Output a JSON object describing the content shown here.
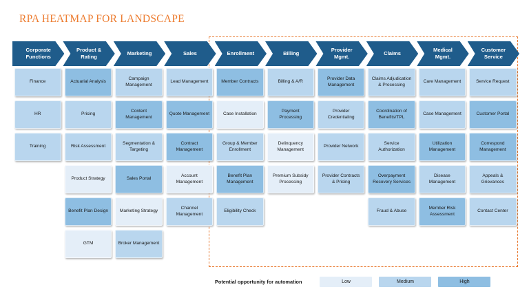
{
  "title": "RPA HEATMAP FOR LANDSCAPE",
  "colors": {
    "title": "#ED7D31",
    "header_chevron": "#1F5C8B",
    "focus_box_dashed": "#E8782E",
    "low": "#E4EEF8",
    "medium": "#B9D6EE",
    "high": "#8EBEE2"
  },
  "focus_box": {
    "label": "automation-focus-region",
    "covers_columns": [
      "Enrollment",
      "Billing",
      "Provider Mgmt.",
      "Claims",
      "Medical Mgmt.",
      "Customer Service"
    ]
  },
  "legend": {
    "label": "Potential opportunity for automation",
    "items": [
      {
        "label": "Low",
        "level": "low"
      },
      {
        "label": "Medium",
        "level": "medium"
      },
      {
        "label": "High",
        "level": "high"
      }
    ]
  },
  "chart_data": {
    "type": "heatmap",
    "title": "RPA HEATMAP FOR LANDSCAPE",
    "xlabel": "",
    "ylabel": "",
    "value_scale": [
      "Low",
      "Medium",
      "High"
    ],
    "legend_title": "Potential opportunity for automation",
    "legend_position": "bottom",
    "grid": false,
    "categories": [
      "Corporate Functions",
      "Product & Rating",
      "Marketing",
      "Sales",
      "Enrollment",
      "Billing",
      "Provider Mgmt.",
      "Claims",
      "Medical Mgmt.",
      "Customer Service"
    ],
    "columns": [
      {
        "header": "Corporate\nFunctions",
        "header_line1": "Corporate",
        "header_line2": "Functions",
        "cells": [
          {
            "label": "Finance",
            "level": "medium"
          },
          {
            "label": "HR",
            "level": "medium"
          },
          {
            "label": "Training",
            "level": "medium"
          }
        ]
      },
      {
        "header": "Product &\nRating",
        "header_line1": "Product &",
        "header_line2": "Rating",
        "cells": [
          {
            "label": "Actuarial Analysis",
            "level": "high"
          },
          {
            "label": "Pricing",
            "level": "medium"
          },
          {
            "label": "Risk Assessment",
            "level": "medium"
          },
          {
            "label": "Product Strategy",
            "level": "low"
          },
          {
            "label": "Benefit Plan Design",
            "level": "high"
          },
          {
            "label": "GTM",
            "level": "low"
          }
        ]
      },
      {
        "header": "Marketing",
        "header_line1": "Marketing",
        "header_line2": "",
        "cells": [
          {
            "label": "Campaign Management",
            "level": "medium"
          },
          {
            "label": "Content Management",
            "level": "high"
          },
          {
            "label": "Segmentation & Targeting",
            "level": "medium"
          },
          {
            "label": "Sales Portal",
            "level": "high"
          },
          {
            "label": "Marketing Strategy",
            "level": "low"
          },
          {
            "label": "Broker Management",
            "level": "medium"
          }
        ]
      },
      {
        "header": "Sales",
        "header_line1": "Sales",
        "header_line2": "",
        "cells": [
          {
            "label": "Lead Management",
            "level": "medium"
          },
          {
            "label": "Quote Management",
            "level": "high"
          },
          {
            "label": "Contract Management",
            "level": "high"
          },
          {
            "label": "Account Management",
            "level": "low"
          },
          {
            "label": "Channel Management",
            "level": "medium"
          }
        ]
      },
      {
        "header": "Enrollment",
        "header_line1": "Enrollment",
        "header_line2": "",
        "cells": [
          {
            "label": "Member Contracts",
            "level": "high"
          },
          {
            "label": "Case Installation",
            "level": "low"
          },
          {
            "label": "Group & Member Enrollment",
            "level": "medium"
          },
          {
            "label": "Benefit Plan Management",
            "level": "high"
          },
          {
            "label": "Eligibility Check",
            "level": "medium"
          }
        ]
      },
      {
        "header": "Billing",
        "header_line1": "Billing",
        "header_line2": "",
        "cells": [
          {
            "label": "Billing & A/R",
            "level": "medium"
          },
          {
            "label": "Payment Processing",
            "level": "high"
          },
          {
            "label": "Delinquency Management",
            "level": "low"
          },
          {
            "label": "Premium Subsidy Processing",
            "level": "low"
          }
        ]
      },
      {
        "header": "Provider\nMgmt.",
        "header_line1": "Provider",
        "header_line2": "Mgmt.",
        "cells": [
          {
            "label": "Provider Data Management",
            "level": "high"
          },
          {
            "label": "Provider Credentialing",
            "level": "medium"
          },
          {
            "label": "Provider Network",
            "level": "medium"
          },
          {
            "label": "Provider Contracts & Pricing",
            "level": "medium"
          }
        ]
      },
      {
        "header": "Claims",
        "header_line1": "Claims",
        "header_line2": "",
        "cells": [
          {
            "label": "Claims Adjudication & Processing",
            "level": "medium"
          },
          {
            "label": "Coordination of Benefits/TPL",
            "level": "high"
          },
          {
            "label": "Service Authorization",
            "level": "medium"
          },
          {
            "label": "Overpayment Recovery Services",
            "level": "high"
          },
          {
            "label": "Fraud & Abuse",
            "level": "medium"
          }
        ]
      },
      {
        "header": "Medical\nMgmt.",
        "header_line1": "Medical",
        "header_line2": "Mgmt.",
        "cells": [
          {
            "label": "Care Management",
            "level": "medium"
          },
          {
            "label": "Case Management",
            "level": "medium"
          },
          {
            "label": "Utilization Management",
            "level": "high"
          },
          {
            "label": "Disease Management",
            "level": "medium"
          },
          {
            "label": "Member Risk Assessment",
            "level": "high"
          }
        ]
      },
      {
        "header": "Customer\nService",
        "header_line1": "Customer",
        "header_line2": "Service",
        "cells": [
          {
            "label": "Service Request",
            "level": "medium"
          },
          {
            "label": "Customer Portal",
            "level": "high"
          },
          {
            "label": "Correspond Management",
            "level": "high"
          },
          {
            "label": "Appeals & Grievances",
            "level": "medium"
          },
          {
            "label": "Contact Center",
            "level": "medium"
          }
        ]
      }
    ]
  }
}
